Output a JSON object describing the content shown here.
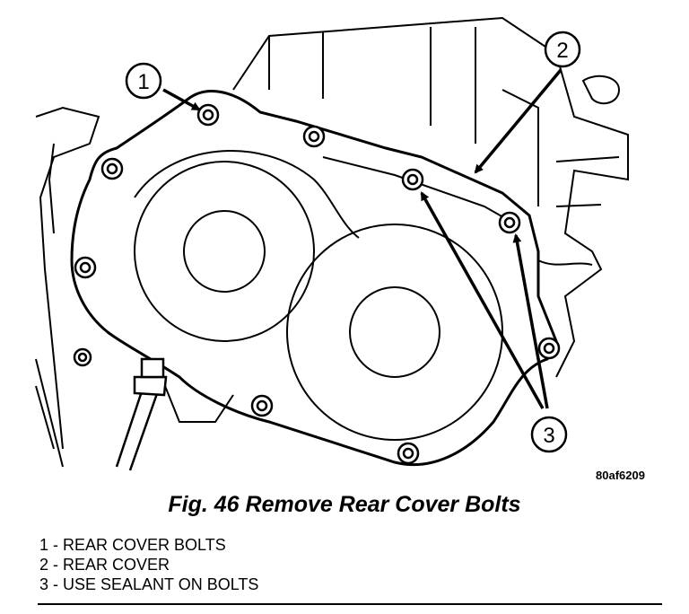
{
  "figure": {
    "caption": "Fig. 46 Remove Rear Cover Bolts",
    "image_id": "80af6209",
    "callouts": [
      "1",
      "2",
      "3"
    ]
  },
  "legend": [
    {
      "num": "1",
      "text": "REAR COVER BOLTS"
    },
    {
      "num": "2",
      "text": "REAR COVER"
    },
    {
      "num": "3",
      "text": "USE SEALANT ON BOLTS"
    }
  ],
  "colors": {
    "ink": "#000000",
    "paper": "#ffffff"
  }
}
